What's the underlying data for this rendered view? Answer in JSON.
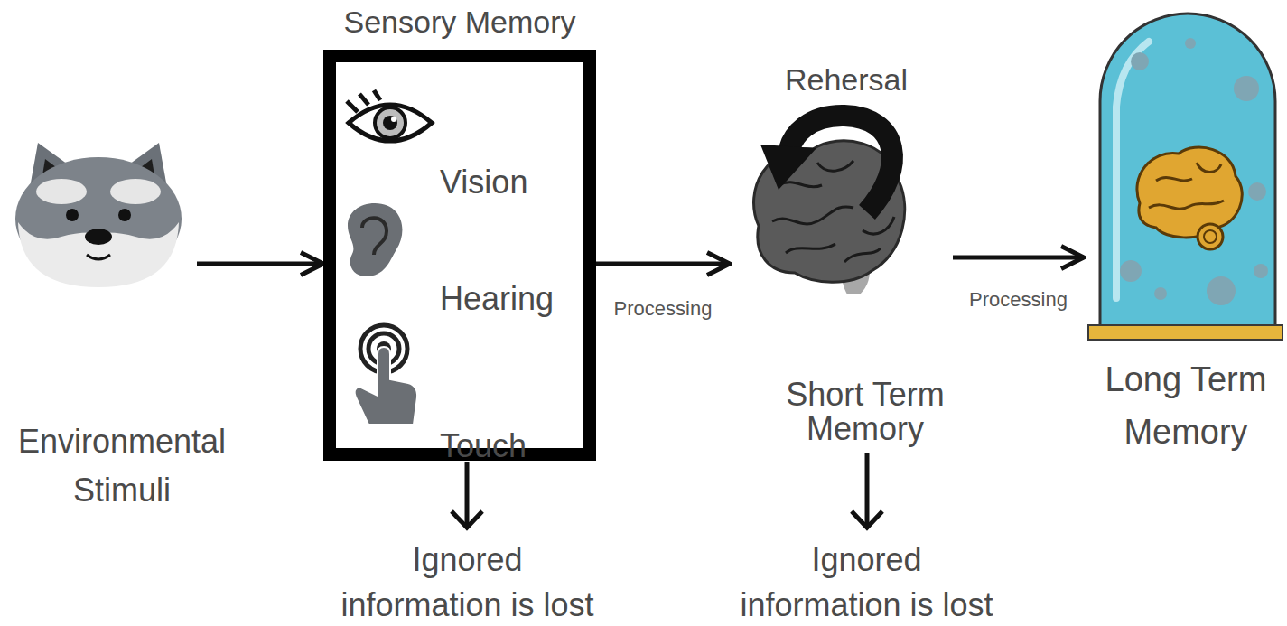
{
  "diagram": {
    "nodes": [
      {
        "text": [
          "Environmental Stimuli"
        ]
      },
      {
        "text": [
          "Sensory Memory",
          "Vision",
          "Hearing",
          "Touch"
        ]
      },
      {
        "text": [
          "Short Term Memory"
        ]
      },
      {
        "text": [
          "Long Term Memory"
        ]
      }
    ],
    "edges": [
      {
        "from": 0,
        "to": 1,
        "arrow": "to"
      },
      {
        "from": 1,
        "to": 2,
        "label": "Processing",
        "arrow": "to"
      },
      {
        "from": 2,
        "to": 3,
        "label": "Processing",
        "arrow": "to"
      }
    ],
    "labels": [
      "Rehersal",
      "Ignored information is lost",
      "Ignored information is lost"
    ]
  }
}
